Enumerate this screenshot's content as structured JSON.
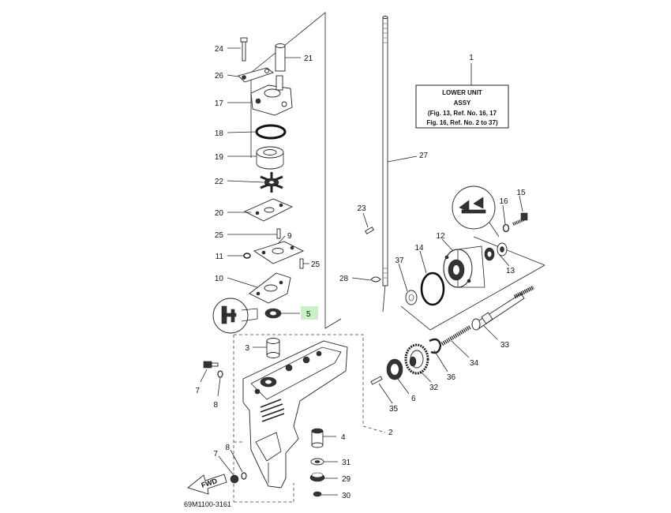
{
  "title_box": {
    "ref": "1",
    "lines": [
      "LOWER UNIT",
      "ASSY",
      "(Fig. 13, Ref. No. 16, 17",
      "Fig. 16, Ref. No. 2 to 37)"
    ]
  },
  "diagram_code": "69M1100-3161",
  "fwd_label": "FWD",
  "highlight_color": "#c6f2c6",
  "callouts": {
    "c24": "24",
    "c21": "21",
    "c26": "26",
    "c17": "17",
    "c18": "18",
    "c19": "19",
    "c22": "22",
    "c20": "20",
    "c25a": "25",
    "c9": "9",
    "c11": "11",
    "c25b": "25",
    "c10": "10",
    "c5": "5",
    "c3": "3",
    "c7a": "7",
    "c8a": "8",
    "c4": "4",
    "c7b": "7",
    "c8b": "8",
    "c31": "31",
    "c29": "29",
    "c30": "30",
    "c2": "2",
    "c27": "27",
    "c23": "23",
    "c28": "28",
    "c15": "15",
    "c16": "16",
    "c12": "12",
    "c14": "14",
    "c37": "37",
    "c13": "13",
    "c33": "33",
    "c34": "34",
    "c36": "36",
    "c32": "32",
    "c6": "6",
    "c35": "35"
  }
}
